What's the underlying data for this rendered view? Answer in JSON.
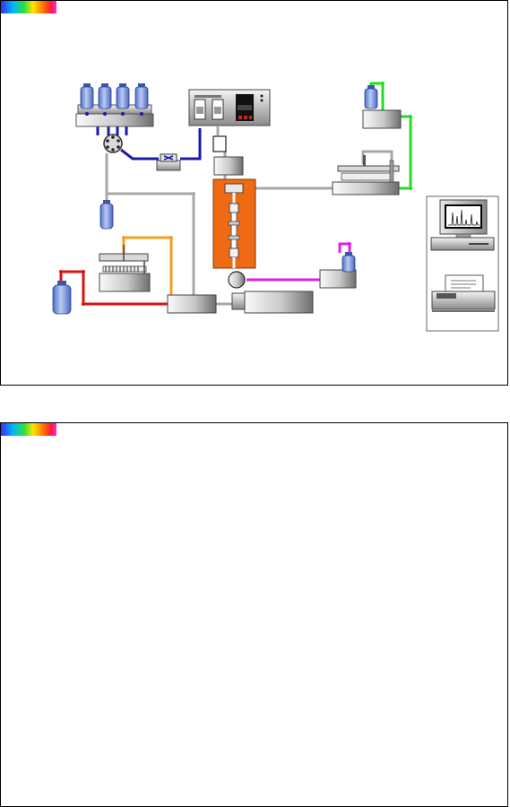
{
  "slides": [
    {
      "id": "slide-1",
      "content": "instrument-schematic"
    },
    {
      "id": "slide-2",
      "content": "blank"
    }
  ],
  "colors": {
    "solvent_line": "#1a1aa8",
    "transfer_line": "#a8a8a8",
    "autosampler_line": "#f0a020",
    "reagent_line": "#dd1111",
    "postcolumn_line": "#e020e0",
    "waste_line": "#22dd22",
    "column_oven": "#f06a14",
    "bottle": "#6f8fd8"
  },
  "icons": [
    "solvent-bottle-icon",
    "mixing-valve-icon",
    "degasser-icon",
    "pump-icon",
    "injector-icon",
    "column-icon",
    "detector-icon",
    "fraction-collector-icon",
    "computer-icon",
    "printer-icon"
  ]
}
